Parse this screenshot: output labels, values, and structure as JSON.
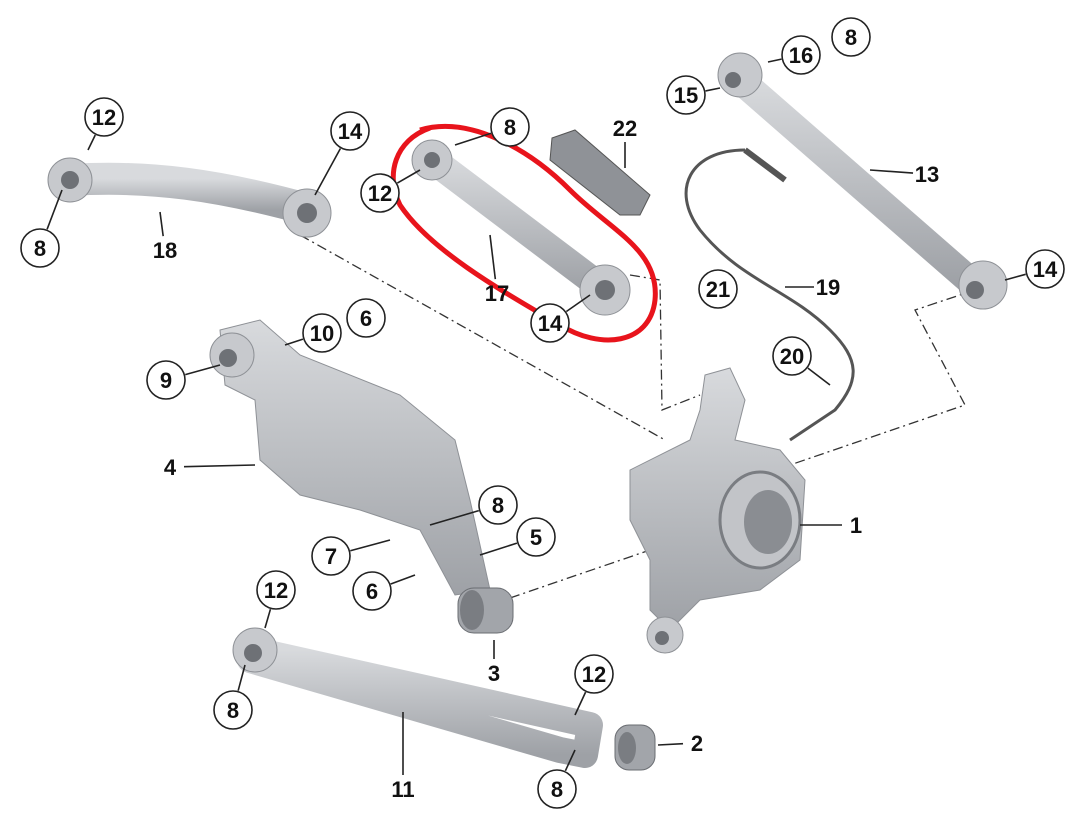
{
  "diagram": {
    "highlight_color": "#e8141c",
    "part_color": "#b9bcc1",
    "labels": [
      {
        "text": "12",
        "circled": true
      },
      {
        "text": "8",
        "circled": true
      },
      {
        "text": "14",
        "circled": true
      },
      {
        "text": "18",
        "circled": false
      },
      {
        "text": "8",
        "circled": true
      },
      {
        "text": "12",
        "circled": true
      },
      {
        "text": "17",
        "circled": false
      },
      {
        "text": "14",
        "circled": true
      },
      {
        "text": "22",
        "circled": false
      },
      {
        "text": "16",
        "circled": true
      },
      {
        "text": "8",
        "circled": true
      },
      {
        "text": "15",
        "circled": true
      },
      {
        "text": "13",
        "circled": false
      },
      {
        "text": "21",
        "circled": true
      },
      {
        "text": "19",
        "circled": false
      },
      {
        "text": "14",
        "circled": true
      },
      {
        "text": "20",
        "circled": true
      },
      {
        "text": "10",
        "circled": true
      },
      {
        "text": "6",
        "circled": true
      },
      {
        "text": "9",
        "circled": true
      },
      {
        "text": "4",
        "circled": false
      },
      {
        "text": "8",
        "circled": true
      },
      {
        "text": "5",
        "circled": true
      },
      {
        "text": "7",
        "circled": true
      },
      {
        "text": "6",
        "circled": true
      },
      {
        "text": "1",
        "circled": false
      },
      {
        "text": "3",
        "circled": false
      },
      {
        "text": "12",
        "circled": true
      },
      {
        "text": "8",
        "circled": true
      },
      {
        "text": "12",
        "circled": true
      },
      {
        "text": "11",
        "circled": false
      },
      {
        "text": "2",
        "circled": false
      },
      {
        "text": "8",
        "circled": true
      }
    ]
  }
}
